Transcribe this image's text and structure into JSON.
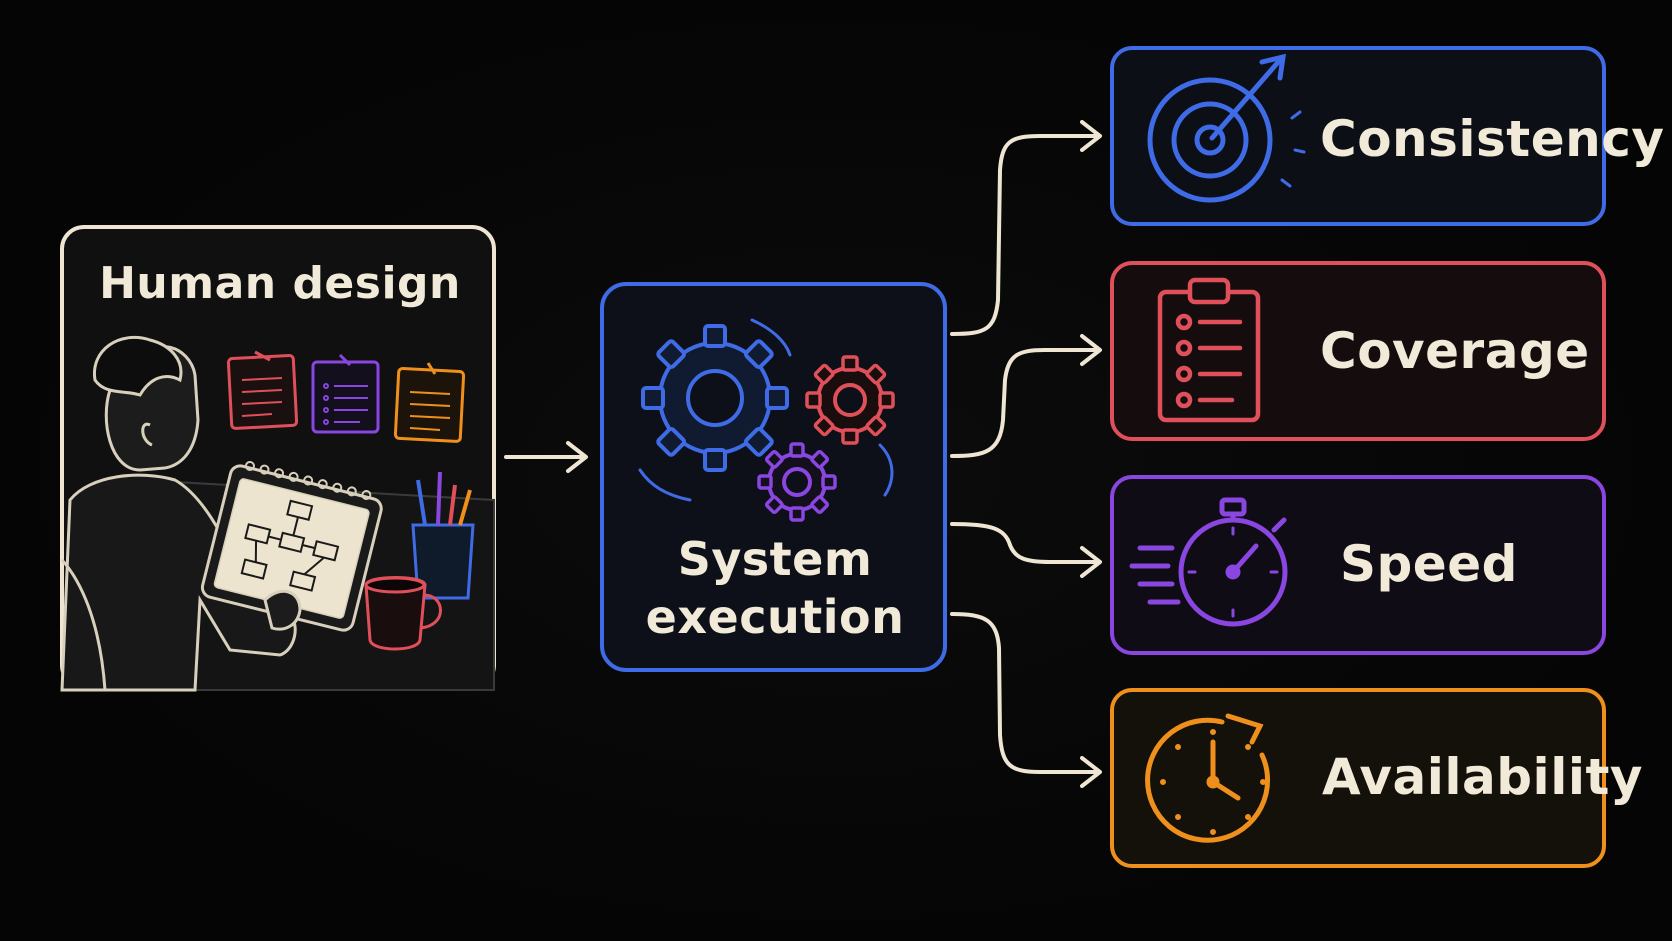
{
  "nodes": {
    "human": {
      "title": "Human design",
      "color": "#eee6d2"
    },
    "system": {
      "title_line1": "System",
      "title_line2": "execution",
      "color": "#3f6ce6"
    }
  },
  "outcomes": [
    {
      "label": "Consistency",
      "icon": "target-icon",
      "color": "#3f6ce6"
    },
    {
      "label": "Coverage",
      "icon": "clipboard-checklist-icon",
      "color": "#e0505a"
    },
    {
      "label": "Speed",
      "icon": "stopwatch-icon",
      "color": "#8a46e0"
    },
    {
      "label": "Availability",
      "icon": "clock-icon",
      "color": "#f0901c"
    }
  ],
  "colors": {
    "background": "#050505",
    "arrow": "#eee6d2",
    "text": "#f1ead8"
  }
}
